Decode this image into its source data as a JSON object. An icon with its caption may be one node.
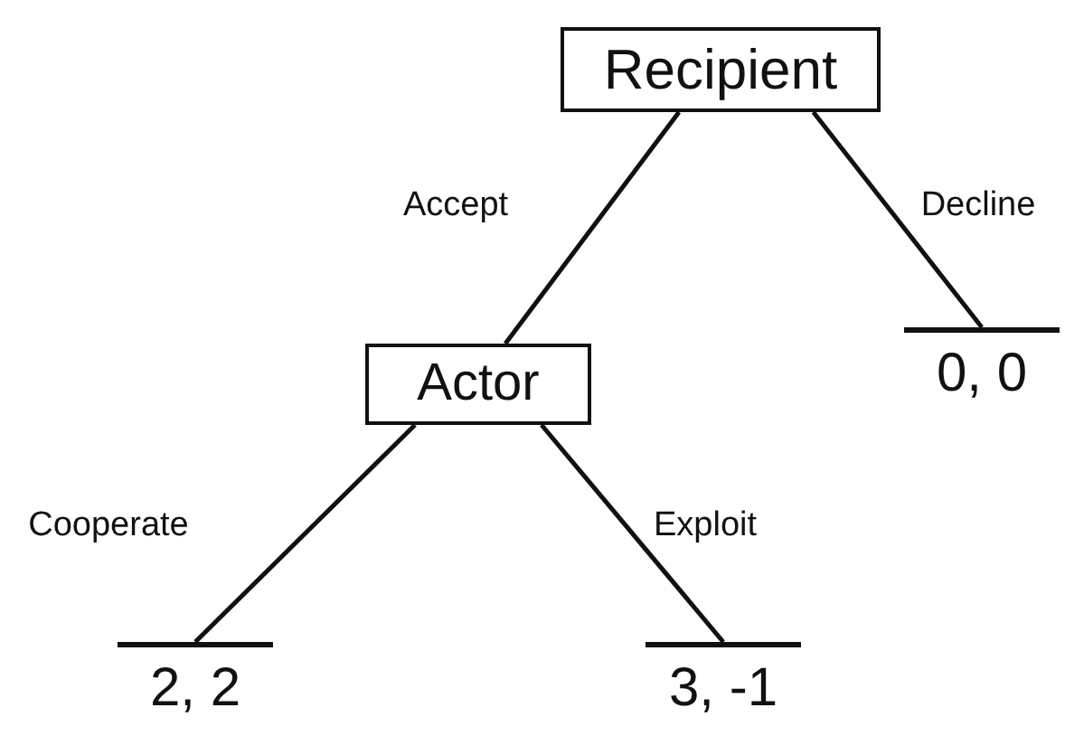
{
  "diagram": {
    "nodes": [
      {
        "text": [
          "Recipient"
        ]
      },
      {
        "text": [
          "Actor"
        ]
      },
      {
        "text": [
          "0, 0"
        ]
      },
      {
        "text": [
          "2, 2"
        ]
      },
      {
        "text": [
          "3, -1"
        ]
      }
    ],
    "edges": [
      {
        "from": 0,
        "to": 1,
        "arrow": "none",
        "label": "Accept"
      },
      {
        "from": 0,
        "to": 2,
        "arrow": "none",
        "label": "Decline"
      },
      {
        "from": 1,
        "to": 3,
        "arrow": "none",
        "label": "Cooperate"
      },
      {
        "from": 1,
        "to": 4,
        "arrow": "none",
        "label": "Exploit"
      }
    ]
  }
}
